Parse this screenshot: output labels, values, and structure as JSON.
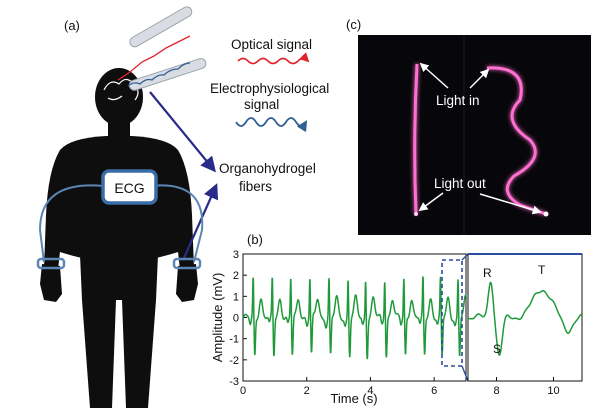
{
  "panels": {
    "a": "(a)",
    "b": "(b)",
    "c": "(c)"
  },
  "callouts": {
    "optical": "Optical signal",
    "electro_line1": "Electrophysiological",
    "electro_line2": "signal",
    "fiber_line1": "Organohydrogel",
    "fiber_line2": "fibers",
    "ecg": "ECG"
  },
  "photo_labels": {
    "light_in": "Light in",
    "light_out": "Light out"
  },
  "colors": {
    "optical_wave": "#e0242b",
    "electro_wave": "#2f5f94",
    "arrow": "#2a2a8a",
    "body": "#0e0e0e",
    "band": "#5b86b4",
    "ecg_trace": "#1f9a3a",
    "fiber_glow": "#ff6fd0",
    "inset_border": "#2a4da0"
  },
  "chart_data": {
    "type": "line",
    "ylabel": "Amplitude (mV)",
    "xlabel": "Time (s)",
    "xlim": [
      0,
      7
    ],
    "ylim": [
      -3,
      3
    ],
    "xticks": [
      0,
      2,
      4,
      6
    ],
    "yticks": [
      -3,
      -2,
      -1,
      0,
      1,
      2,
      3
    ],
    "r_peak_times_s": [
      0.32,
      0.92,
      1.5,
      2.1,
      2.7,
      3.3,
      3.85,
      4.45,
      5.05,
      5.65,
      6.2,
      6.75
    ],
    "r_amplitude_mV": 1.9,
    "s_amplitude_mV": -1.8,
    "t_amplitude_mV": 0.9,
    "inset": {
      "xlim": [
        7,
        11
      ],
      "xticks": [
        8,
        10
      ],
      "labels": {
        "r": "R",
        "s": "S",
        "t": "T"
      }
    }
  }
}
